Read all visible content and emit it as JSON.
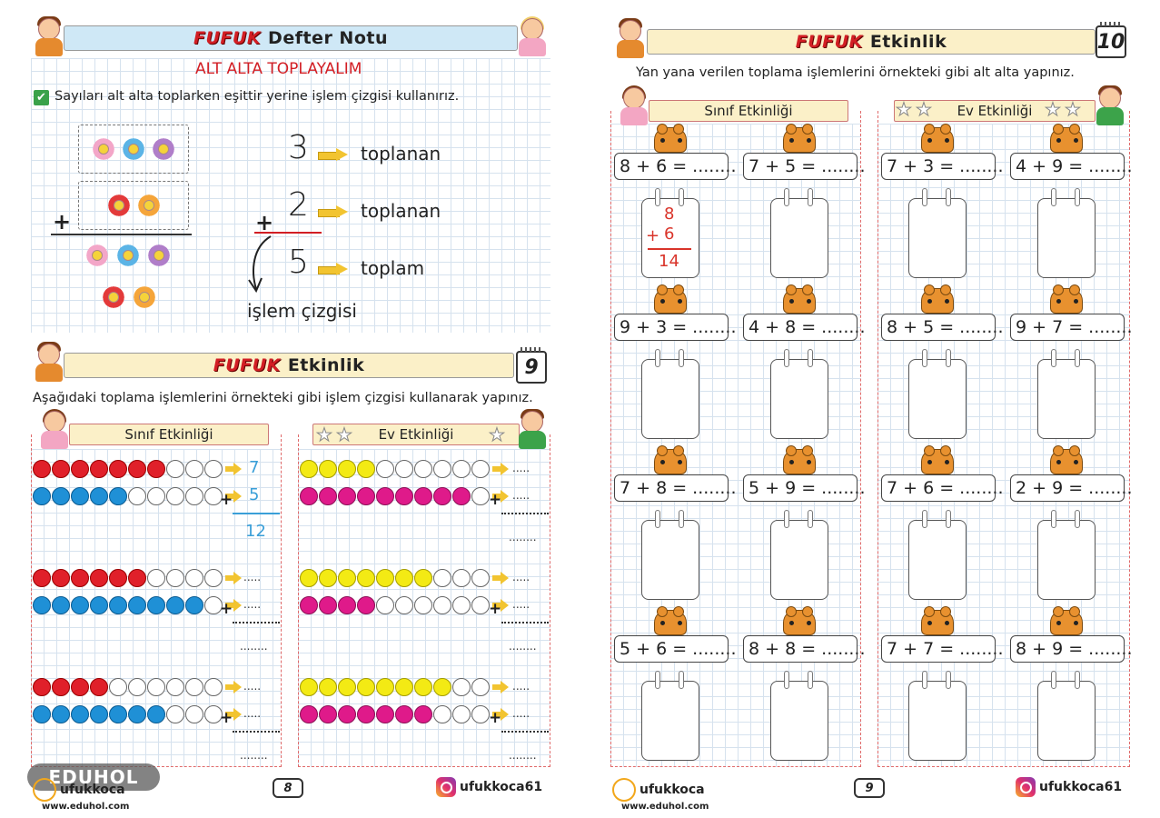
{
  "left_page": {
    "top_banner": {
      "brand": "FUFUK",
      "title": "Defter Notu"
    },
    "section_title": "ALT ALTA TOPLAYALIM",
    "note": "Sayıları alt alta toplarken eşittir yerine işlem çizgisi kullanırız.",
    "example": {
      "first_number": "3",
      "second_number": "2",
      "result": "5",
      "first_label": "toplanan",
      "second_label": "toplanan",
      "result_label": "toplam",
      "plus": "+",
      "line_label": "işlem çizgisi"
    },
    "activity_banner": {
      "brand": "FUFUK",
      "title": "Etkinlik",
      "number": "9"
    },
    "instruction": "Aşağıdaki toplama işlemlerini örnekteki gibi işlem çizgisi kullanarak yapınız.",
    "class_label": "Sınıf Etkinliği",
    "home_label": "Ev Etkinliği",
    "class_rows": [
      {
        "top_filled": 7,
        "bottom_filled": 5,
        "top_value": "7",
        "bottom_value": "5",
        "sum": "12"
      },
      {
        "top_filled": 6,
        "bottom_filled": 9,
        "top_value": ".....",
        "bottom_value": ".....",
        "sum": "........"
      },
      {
        "top_filled": 4,
        "bottom_filled": 7,
        "top_value": ".....",
        "bottom_value": ".....",
        "sum": "........"
      }
    ],
    "home_rows": [
      {
        "top_filled": 4,
        "bottom_filled": 9,
        "top_value": ".....",
        "bottom_value": ".....",
        "sum": "........"
      },
      {
        "top_filled": 7,
        "bottom_filled": 4,
        "top_value": ".....",
        "bottom_value": ".....",
        "sum": "........"
      },
      {
        "top_filled": 8,
        "bottom_filled": 7,
        "top_value": ".....",
        "bottom_value": ".....",
        "sum": "........"
      }
    ],
    "footer": {
      "logo": "ufukkoca",
      "url": "www.eduhol.com",
      "page": "8",
      "instagram": "ufukkoca61",
      "watermark": "EDUHOL"
    }
  },
  "right_page": {
    "activity_banner": {
      "brand": "FUFUK",
      "title": "Etkinlik",
      "number": "10"
    },
    "instruction": "Yan yana verilen toplama işlemlerini örnekteki gibi alt alta yapınız.",
    "class_label": "Sınıf Etkinliği",
    "home_label": "Ev Etkinliği",
    "class_equations": [
      "8 + 6 = ........",
      "7 + 5 = ........",
      "9 + 3 = ........",
      "4 + 8 = ........",
      "7 + 8 = ........",
      "5 + 9 = ........",
      "5 + 6 = ........",
      "8 + 8 = ........"
    ],
    "home_equations": [
      "7 + 3 = ........",
      "4 + 9 = ........",
      "8 + 5 = ........",
      "9 + 7 = ........",
      "7 + 6 = ........",
      "2 + 9 = ........",
      "7 + 7 = ........",
      "8 + 9 = ........"
    ],
    "example_pad": {
      "top": "8",
      "plus": "+",
      "bottom": "6",
      "sum": "14"
    },
    "footer": {
      "logo": "ufukkoca",
      "url": "www.eduhol.com",
      "page": "9",
      "instagram": "ufukkoca61"
    }
  },
  "colors": {
    "red": "#e0202a",
    "blue": "#1f90d6",
    "yellow": "#f3ea14",
    "magenta": "#df1a8a",
    "banner": "#fbf0c8",
    "blue_banner": "#cfe8f6",
    "dashed_border": "#e06a6a"
  }
}
